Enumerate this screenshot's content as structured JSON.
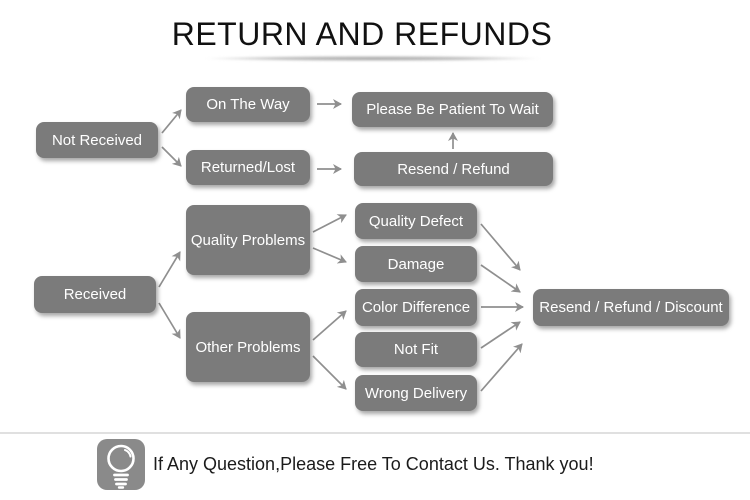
{
  "title": "RETURN AND REFUNDS",
  "colors": {
    "box_bg": "#7b7b7b",
    "box_text": "#ffffff",
    "arrow": "#8f8f8f",
    "title_text": "#111111",
    "footer_text": "#1b1b1b",
    "icon_bg": "#8a8a8a",
    "divider": "#e0e0e0"
  },
  "flow": {
    "not_received": "Not Received",
    "on_the_way": "On The Way",
    "returned_lost": "Returned/Lost",
    "please_wait": "Please Be Patient To Wait",
    "resend_refund": "Resend / Refund",
    "received": "Received",
    "quality_problems": "Quality Problems",
    "other_problems": "Other Problems",
    "quality_defect": "Quality Defect",
    "damage": "Damage",
    "color_difference": "Color Difference",
    "not_fit": "Not Fit",
    "wrong_delivery": "Wrong Delivery",
    "resend_refund_discount": "Resend / Refund / Discount"
  },
  "footer": {
    "icon": "lightbulb-icon",
    "message": "If Any Question,Please Free To Contact Us. Thank you!"
  }
}
